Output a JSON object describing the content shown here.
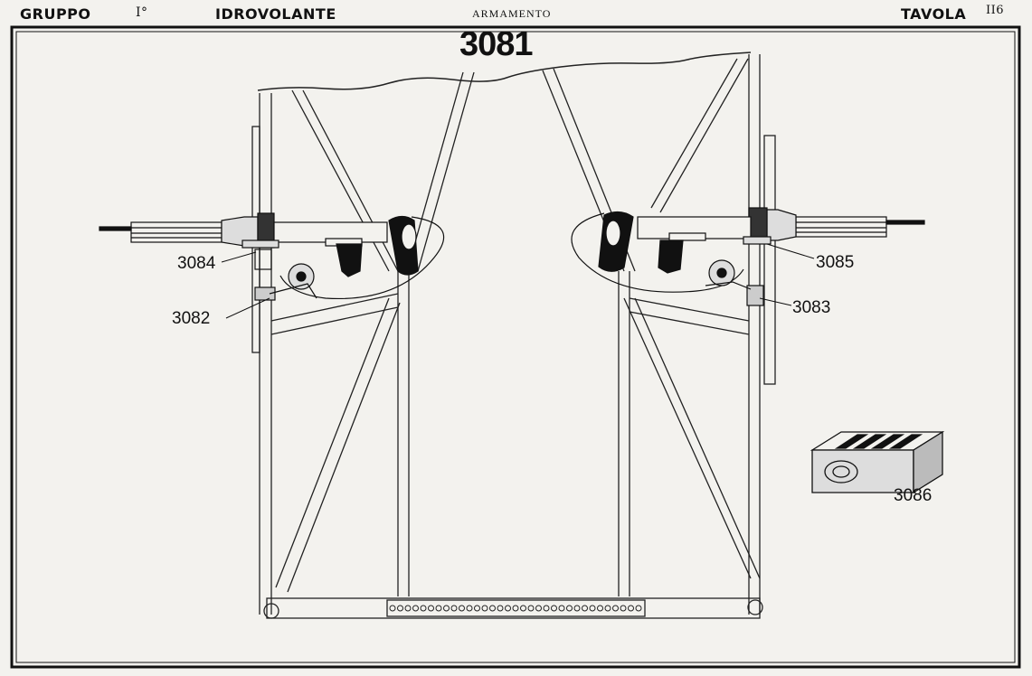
{
  "header": {
    "gruppo": "GRUPPO",
    "gruppo_number": "I°",
    "aircraft_type": "IDROVOLANTE",
    "category": "ARMAMENTO",
    "tavola": "TAVOLA",
    "tavola_number": "II6"
  },
  "drawing": {
    "main_number": "3081",
    "callouts": {
      "c3082": "3082",
      "c3083": "3083",
      "c3084": "3084",
      "c3085": "3085",
      "c3086": "3086"
    }
  },
  "colors": {
    "ink": "#111111",
    "paper": "#f3f2ee"
  }
}
